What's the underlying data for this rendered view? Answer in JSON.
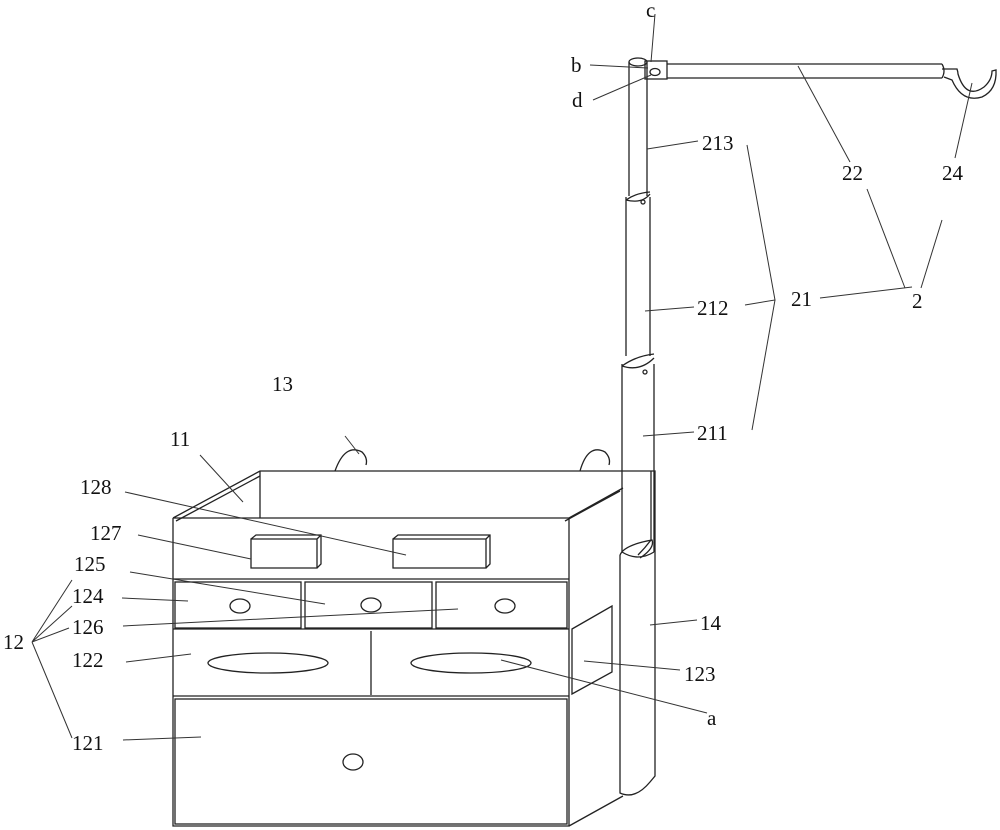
{
  "figure": {
    "labels": {
      "c": "c",
      "b": "b",
      "d": "d",
      "l213": "213",
      "l212": "212",
      "l211": "211",
      "l21": "21",
      "l2": "2",
      "l22": "22",
      "l24": "24",
      "l13": "13",
      "l11": "11",
      "l128": "128",
      "l127": "127",
      "l125": "125",
      "l124": "124",
      "l126": "126",
      "l12": "12",
      "l122": "122",
      "l121": "121",
      "l14": "14",
      "l123": "123",
      "a": "a"
    }
  }
}
